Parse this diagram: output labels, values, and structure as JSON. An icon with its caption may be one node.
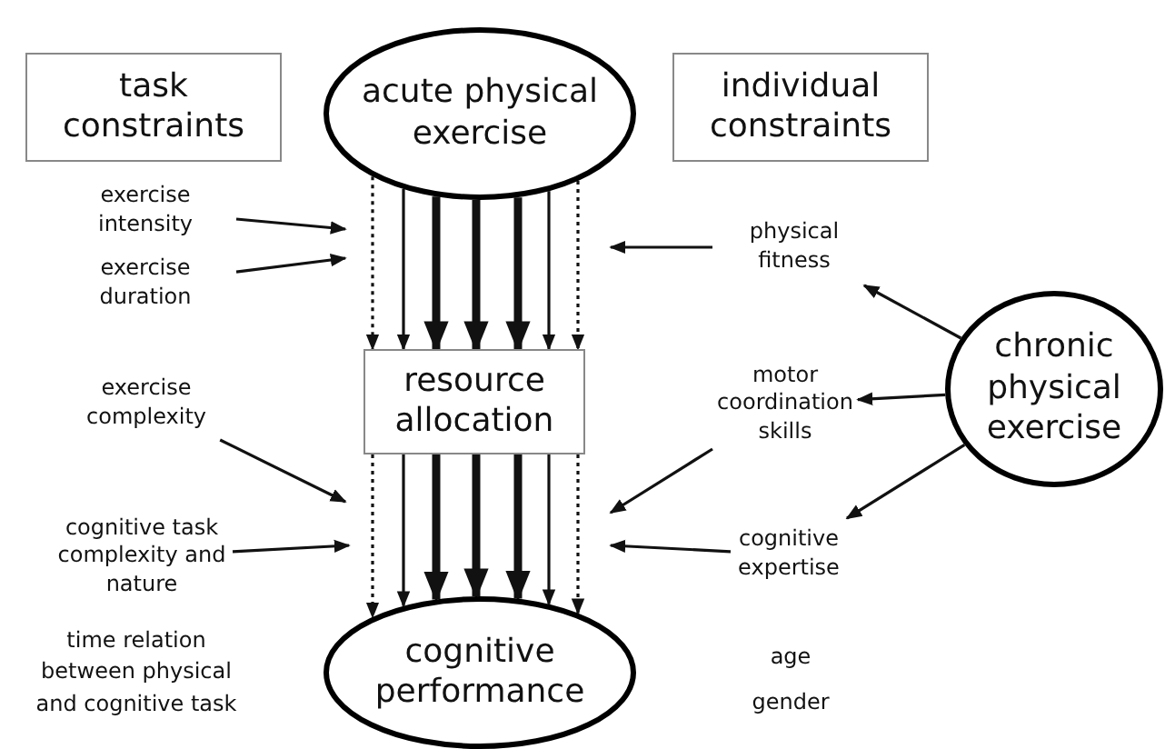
{
  "diagram": {
    "nodes": [
      {
        "text": [
          "task constraints"
        ]
      },
      {
        "text": [
          "acute physical exercise"
        ]
      },
      {
        "text": [
          "individual constraints"
        ]
      },
      {
        "text": [
          "exercise intensity"
        ]
      },
      {
        "text": [
          "exercise duration"
        ]
      },
      {
        "text": [
          "physical fitness"
        ]
      },
      {
        "text": [
          "resource allocation"
        ]
      },
      {
        "text": [
          "chronic physical exercise"
        ]
      },
      {
        "text": [
          "exercise complexity"
        ]
      },
      {
        "text": [
          "motor coordination skills"
        ]
      },
      {
        "text": [
          "cognitive task complexity and nature"
        ]
      },
      {
        "text": [
          "cognitive expertise"
        ]
      },
      {
        "text": [
          "cognitive performance"
        ]
      }
    ],
    "edges": [
      {
        "from": 1,
        "to": 6,
        "arrow": "to",
        "style": "dashed"
      },
      {
        "from": 1,
        "to": 6,
        "arrow": "to"
      },
      {
        "from": 1,
        "to": 6,
        "arrow": "to",
        "style": "thick"
      },
      {
        "from": 1,
        "to": 6,
        "arrow": "to",
        "style": "thick"
      },
      {
        "from": 1,
        "to": 6,
        "arrow": "to",
        "style": "thick"
      },
      {
        "from": 1,
        "to": 6,
        "arrow": "to"
      },
      {
        "from": 1,
        "to": 6,
        "arrow": "to",
        "style": "dashed"
      },
      {
        "from": 3,
        "to": null,
        "arrow": "to"
      },
      {
        "from": 4,
        "to": null,
        "arrow": "to"
      },
      {
        "from": 5,
        "to": null,
        "arrow": "to"
      },
      {
        "from": 7,
        "to": 5,
        "arrow": "to"
      },
      {
        "from": 7,
        "to": 9,
        "arrow": "to"
      },
      {
        "from": 7,
        "to": 11,
        "arrow": "to"
      },
      {
        "from": 6,
        "to": 12,
        "arrow": "to",
        "style": "dashed"
      },
      {
        "from": 6,
        "to": 12,
        "arrow": "to"
      },
      {
        "from": 6,
        "to": 12,
        "arrow": "to",
        "style": "thick"
      },
      {
        "from": 6,
        "to": 12,
        "arrow": "to",
        "style": "thick"
      },
      {
        "from": 6,
        "to": 12,
        "arrow": "to",
        "style": "thick"
      },
      {
        "from": 6,
        "to": 12,
        "arrow": "to"
      },
      {
        "from": 6,
        "to": 12,
        "arrow": "to",
        "style": "dashed"
      },
      {
        "from": 8,
        "to": null,
        "arrow": "to"
      },
      {
        "from": 9,
        "to": null,
        "arrow": "to"
      },
      {
        "from": 10,
        "to": null,
        "arrow": "to"
      },
      {
        "from": 11,
        "to": null,
        "arrow": "to"
      }
    ],
    "labels": [
      "time relation between physical and cognitive task",
      "age",
      "gender"
    ]
  }
}
